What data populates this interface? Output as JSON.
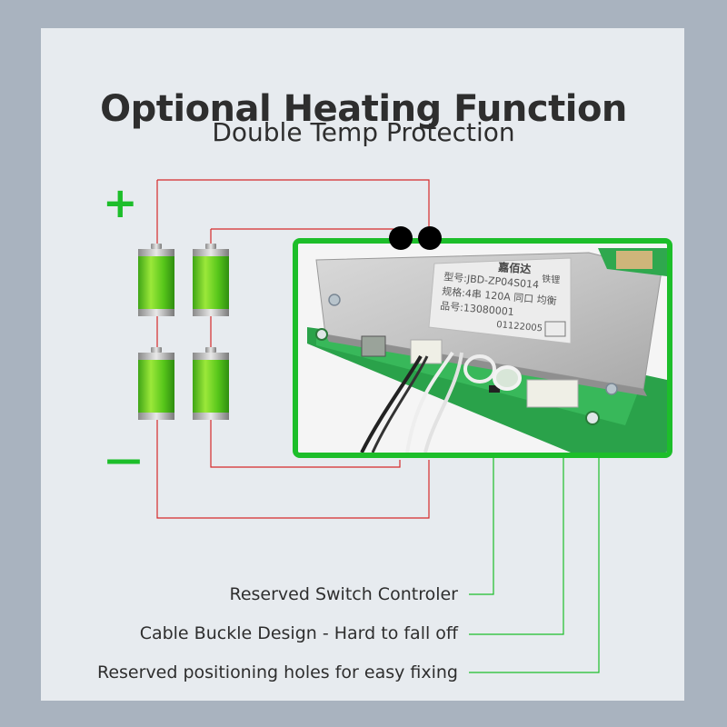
{
  "title": "Optional Heating Function",
  "subtitle": "Double Temp Protection",
  "signs": {
    "plus": "+",
    "minus": "—"
  },
  "pcb_label": {
    "model_prefix": "型号:",
    "model": "JBD-ZP04S014",
    "brand": "嘉佰达",
    "chem": "铁锂",
    "spec_prefix": "规格:",
    "spec": "4串 120A 同口 均衡",
    "part_prefix": "品号:",
    "part": "13080001",
    "serial": "01122005"
  },
  "callouts": [
    {
      "label": "Reserved Switch Controler"
    },
    {
      "label": "Cable Buckle Design - Hard to fall off"
    },
    {
      "label": "Reserved positioning holes for easy fixing"
    }
  ],
  "colors": {
    "accent_green": "#1dbe2a",
    "wire_red": "#d62a2a",
    "battery_green": "#57c61a"
  }
}
